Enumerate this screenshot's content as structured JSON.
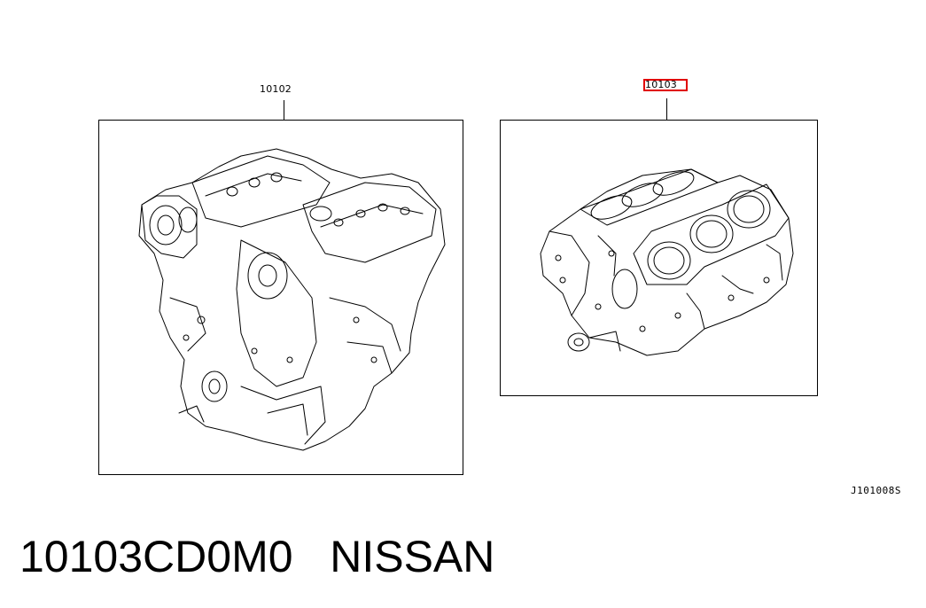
{
  "diagram": {
    "parts": [
      {
        "callout": "10102",
        "highlighted": false
      },
      {
        "callout": "10103",
        "highlighted": true
      }
    ],
    "reference_code": "J101008S",
    "highlight_color": "#e00000"
  },
  "footer": {
    "part_number": "10103CD0M0",
    "brand": "NISSAN"
  }
}
